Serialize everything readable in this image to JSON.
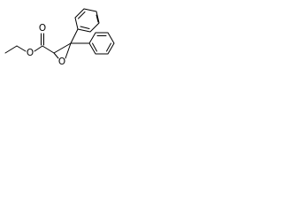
{
  "molecule": {
    "atoms": {
      "ester_oxygen": "O",
      "carbonyl_oxygen": "O",
      "epoxide_oxygen": "O"
    }
  },
  "colors": {
    "bond": "#000000",
    "label": "#000000",
    "background": "#ffffff"
  }
}
